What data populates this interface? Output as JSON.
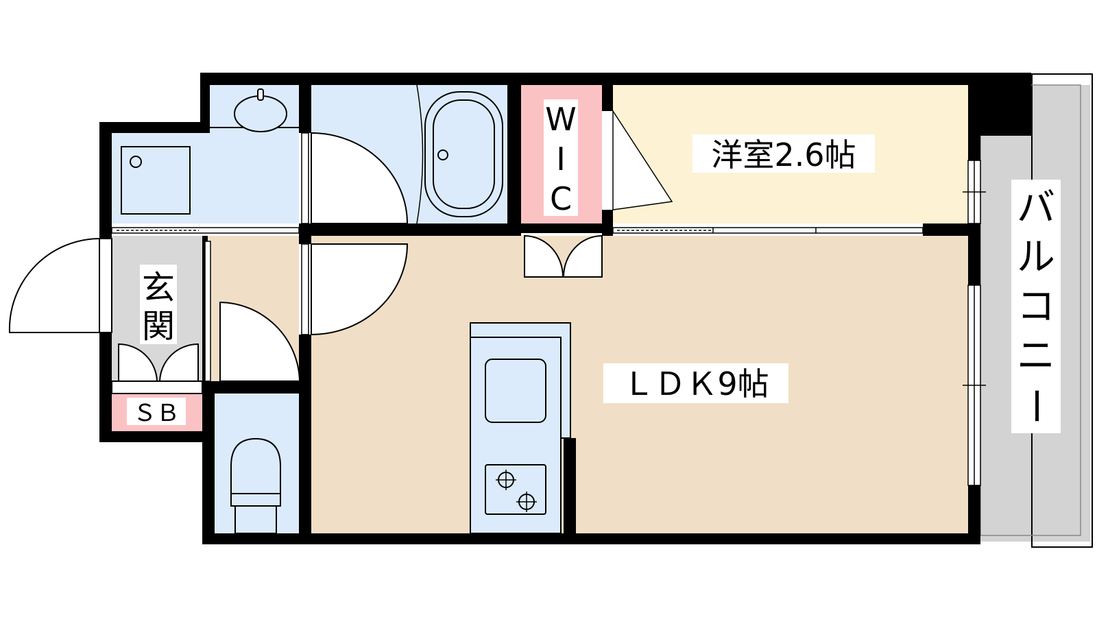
{
  "floorplan": {
    "rooms": {
      "western_room": "洋室2.6帖",
      "ldk": "ＬＤＫ9帖",
      "entrance": [
        "玄",
        "関"
      ],
      "wic": [
        "W",
        "I",
        "C"
      ],
      "shoe_box": "ＳＢ",
      "balcony": [
        "バ",
        "ル",
        "コ",
        "ニ",
        "ー"
      ]
    },
    "colors": {
      "wall": "#000000",
      "wet_area": "#dcebfb",
      "western_room_floor": "#fdf2d4",
      "ldk_floor": "#f0dfc6",
      "entrance_floor": "#d8d8d8",
      "accent_pink": "#fbc2c4",
      "balcony_floor": "#d3d3d3"
    }
  }
}
